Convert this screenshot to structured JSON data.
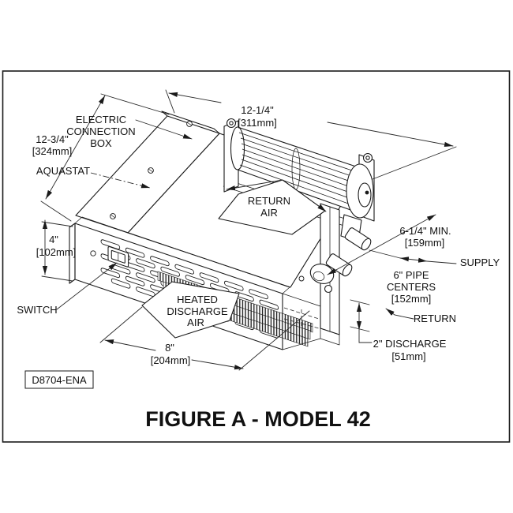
{
  "figure": {
    "title": "FIGURE A - MODEL 42",
    "drawing_number": "D8704-ENA"
  },
  "labels": {
    "electric_connection_box": [
      "ELECTRIC",
      "CONNECTION",
      "BOX"
    ],
    "aquastat": "AQUASTAT",
    "switch": "SWITCH",
    "return_air": [
      "RETURN",
      "AIR"
    ],
    "heated_discharge_air": [
      "HEATED",
      "DISCHARGE",
      "AIR"
    ],
    "supply": "SUPPLY",
    "return": "RETURN"
  },
  "dimensions": {
    "depth": {
      "inches": "12-3/4\"",
      "metric": "[324mm]"
    },
    "length": {
      "inches": "12-1/4\"",
      "metric": "[311mm]"
    },
    "height": {
      "inches": "4\"",
      "metric": "[102mm]"
    },
    "discharge_width": {
      "inches": "8\"",
      "metric": "[204mm]"
    },
    "clearance": {
      "inches": "6-1/4\" MIN.",
      "metric": "[159mm]"
    },
    "pipe_centers": {
      "line1": "6\" PIPE",
      "line2": "CENTERS",
      "metric": "[152mm]"
    },
    "discharge_height": {
      "inches": "2\" DISCHARGE",
      "metric": "[51mm]"
    }
  },
  "colors": {
    "ink": "#1a1a1a",
    "background": "#ffffff"
  }
}
